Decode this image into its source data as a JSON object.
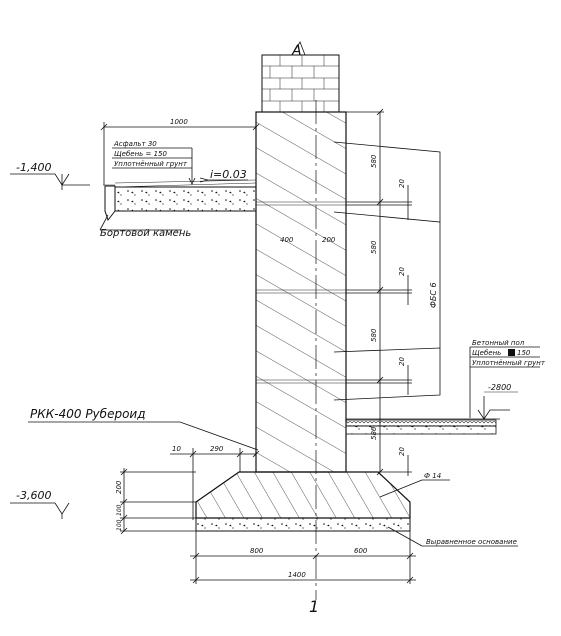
{
  "section_mark": "A",
  "elevations": {
    "ground": "-1,400",
    "footing": "-3,600",
    "floor": "-2800"
  },
  "slope": "i=0.03",
  "dimensions": {
    "top_offset": "1000",
    "block_height": "580",
    "joint_height": "20",
    "wall_part_left": "400",
    "wall_part_right": "200",
    "ledge_left_small": "10",
    "ledge_left": "290",
    "footing_height": "200",
    "bedding_1": "100",
    "bedding_2": "100",
    "base_left": "800",
    "base_right": "600",
    "base_total": "1400"
  },
  "labels": {
    "block_type": "ФБС 6",
    "curb": "Бортовой камень",
    "waterproofing": "РКК-400 Рубероид",
    "rebar": "Ф 14",
    "leveling_base": "Выравненное основание",
    "figure_number": "1"
  },
  "outside_layers": [
    "Асфальт 30",
    "Щебень = 150",
    "Уплотнённый грунт"
  ],
  "inside_layers": [
    "Бетонный пол",
    "Щебень",
    "Уплотнённый грунт"
  ],
  "inside_gravel_value": "150"
}
